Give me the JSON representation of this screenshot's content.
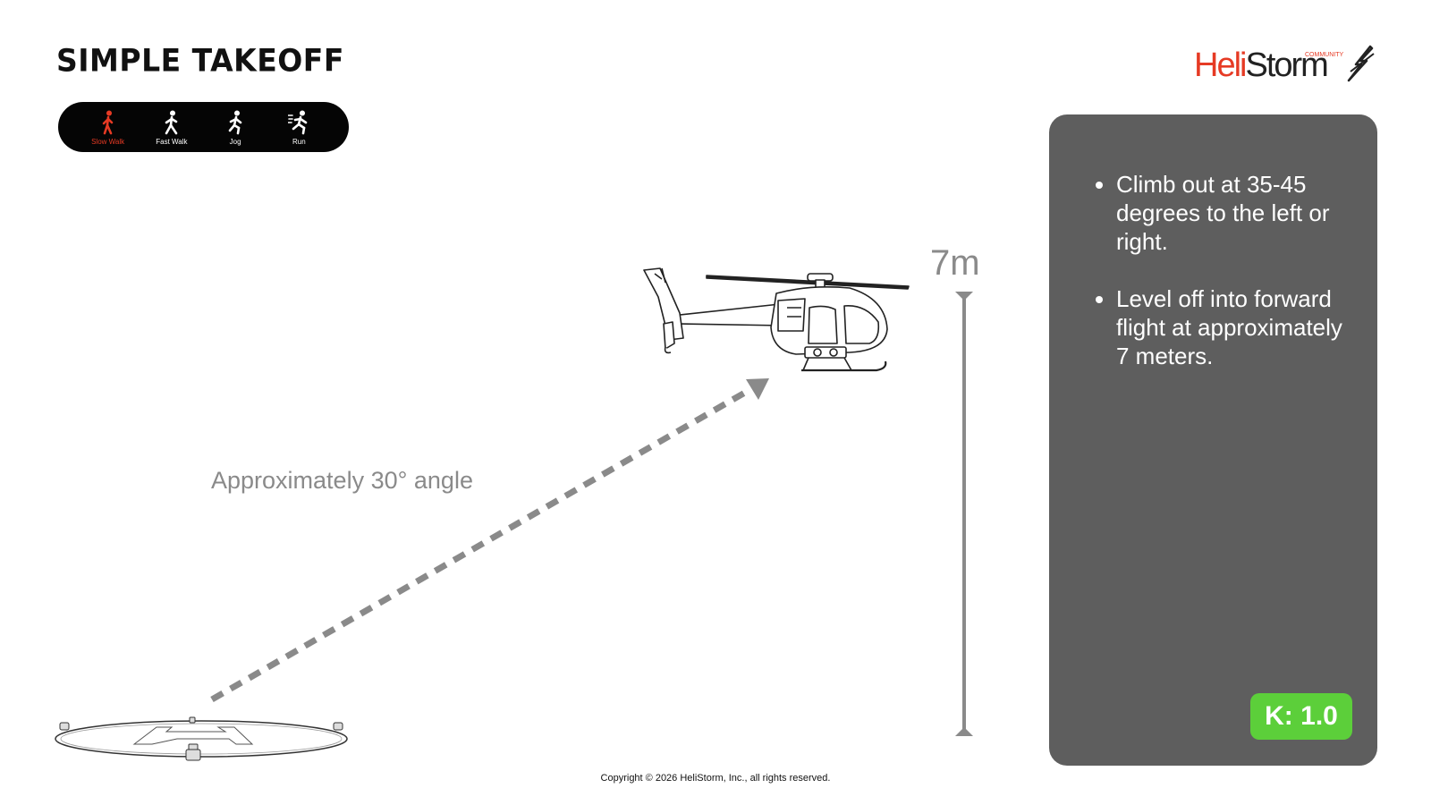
{
  "header": {
    "title": "SIMPLE TAKEOFF"
  },
  "speed_bar": {
    "items": [
      {
        "label": "Slow Walk",
        "icon": "slow-walk-icon",
        "active": true
      },
      {
        "label": "Fast Walk",
        "icon": "fast-walk-icon",
        "active": false
      },
      {
        "label": "Jog",
        "icon": "jog-icon",
        "active": false
      },
      {
        "label": "Run",
        "icon": "run-icon",
        "active": false
      }
    ]
  },
  "logo": {
    "heli": "Heli",
    "storm": "Storm",
    "community": "COMMUNITY"
  },
  "diagram": {
    "angle_label": "Approximately 30° angle",
    "height_label": "7m"
  },
  "info_panel": {
    "bullets": [
      "Climb out at 35-45 degrees to the left or right.",
      "Level off into forward flight at approximately 7 meters."
    ],
    "k_value": "K: 1.0"
  },
  "footer": {
    "copyright": "Copyright © 2026 HeliStorm, Inc., all rights reserved."
  },
  "colors": {
    "accent_red": "#e63a24",
    "panel_gray": "#5e5e5e",
    "badge_green": "#5ccf3a",
    "diagram_gray": "#8a8a8a"
  }
}
